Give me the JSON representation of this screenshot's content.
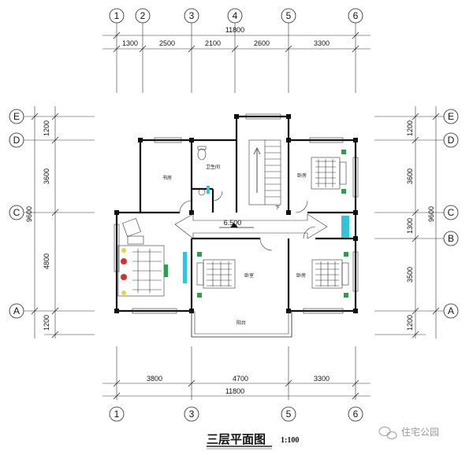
{
  "top_axes": [
    "1",
    "2",
    "3",
    "4",
    "5",
    "6"
  ],
  "bottom_axes": [
    "1",
    "3",
    "5",
    "6"
  ],
  "side_axes": [
    "E",
    "D",
    "C",
    "B",
    "A"
  ],
  "top_total": "11800",
  "top_dims": [
    "1300",
    "2500",
    "2100",
    "2600",
    "3300"
  ],
  "bottom_dims": [
    "3800",
    "4700",
    "3300"
  ],
  "bottom_total": "11800",
  "left_dims": [
    "1200",
    "3600",
    "4800",
    "1200"
  ],
  "left_total": "9600",
  "right_dims": [
    "1200",
    "3600",
    "1300",
    "3500",
    "1200"
  ],
  "right_total": "9600",
  "level_mark": "6.500",
  "rooms": {
    "study": "书房",
    "bath": "卫生间",
    "bedroom_ne": "卧房",
    "bedroom_main": "卧室",
    "bedroom_se": "卧房",
    "balcony": "阳台",
    "stair_down": "下"
  },
  "title": "三层平面图",
  "scale": "1:100",
  "watermark": "住宅公园",
  "colors": {
    "line": "#222222",
    "accent_green": "#2e9e4a",
    "accent_cyan": "#35c4d6",
    "accent_red": "#d6322c",
    "accent_yellow": "#f2d13a"
  }
}
